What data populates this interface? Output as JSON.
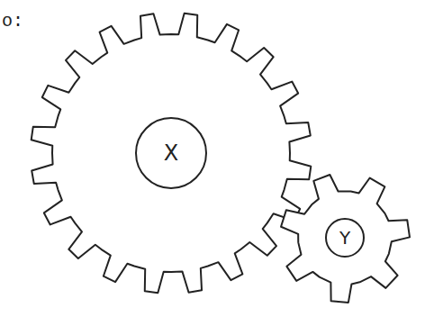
{
  "diagram": {
    "nodes": [
      {
        "text": [
          "X"
        ]
      },
      {
        "text": [
          "Y"
        ]
      }
    ],
    "labels": [
      "o:"
    ]
  }
}
